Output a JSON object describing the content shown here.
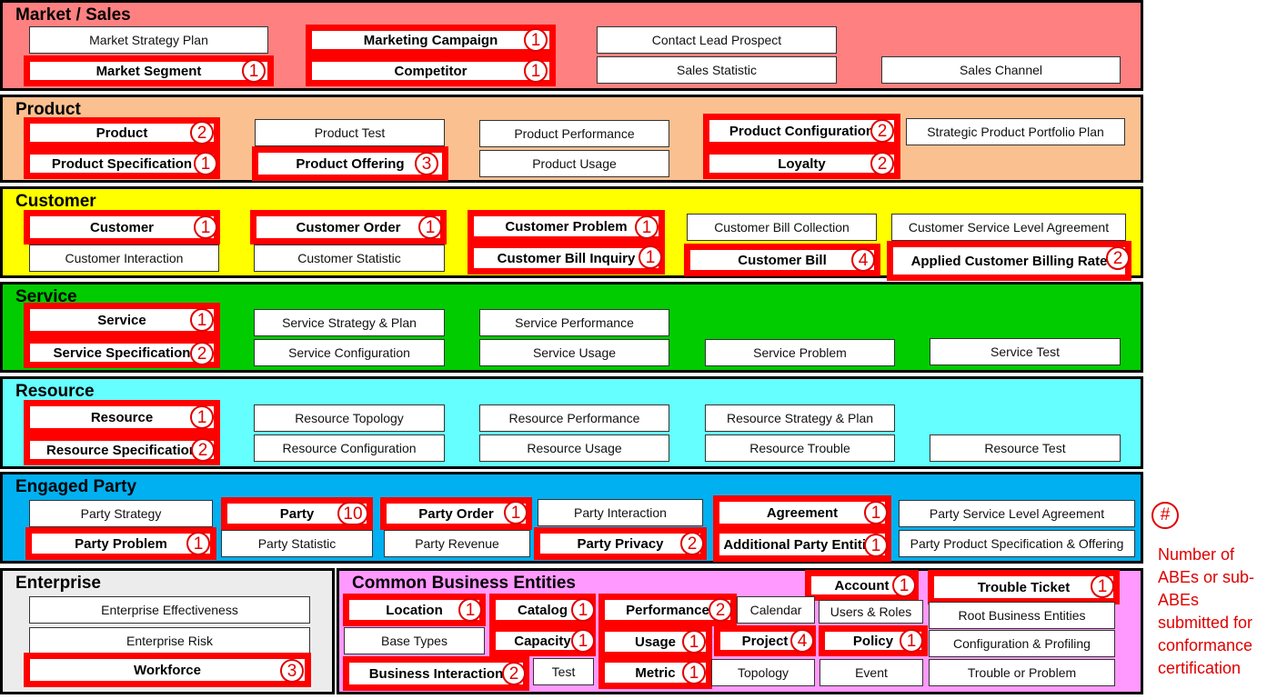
{
  "colors": {
    "market": "#ff8080",
    "product": "#fac090",
    "customer": "#ffff00",
    "service": "#00cc00",
    "resource": "#66ffff",
    "engaged": "#00b0f0",
    "enterprise": "#ececec",
    "cbe": "#ff99ff",
    "highlight": "#ff0000",
    "count": "#e00000"
  },
  "legend": {
    "symbol": "#",
    "text": "Number of ABEs or sub-ABEs submitted for conformance certification"
  },
  "domains": [
    {
      "title": "Market / Sales",
      "abes": [
        {
          "label": "Market Strategy Plan"
        },
        {
          "label": "Marketing Campaign",
          "count": "1"
        },
        {
          "label": "Contact Lead Prospect"
        },
        {
          "label": "Market Segment",
          "count": "1"
        },
        {
          "label": "Competitor",
          "count": "1"
        },
        {
          "label": "Sales Statistic"
        },
        {
          "label": "Sales Channel"
        }
      ]
    },
    {
      "title": "Product",
      "abes": [
        {
          "label": "Product",
          "count": "2"
        },
        {
          "label": "Product Test"
        },
        {
          "label": "Product Performance"
        },
        {
          "label": "Product Configuration",
          "count": "2"
        },
        {
          "label": "Strategic Product Portfolio Plan"
        },
        {
          "label": "Product Specification",
          "count": "1"
        },
        {
          "label": "Product Offering",
          "count": "3"
        },
        {
          "label": "Product Usage"
        },
        {
          "label": "Loyalty",
          "count": "2"
        }
      ]
    },
    {
      "title": "Customer",
      "abes": [
        {
          "label": "Customer",
          "count": "1"
        },
        {
          "label": "Customer Order",
          "count": "1"
        },
        {
          "label": "Customer Problem",
          "count": "1"
        },
        {
          "label": "Customer Bill Collection"
        },
        {
          "label": "Customer Service Level Agreement"
        },
        {
          "label": "Customer Interaction"
        },
        {
          "label": "Customer Statistic"
        },
        {
          "label": "Customer Bill Inquiry",
          "count": "1"
        },
        {
          "label": "Customer Bill",
          "count": "4"
        },
        {
          "label": "Applied Customer Billing Rate",
          "count": "2"
        }
      ]
    },
    {
      "title": "Service",
      "abes": [
        {
          "label": "Service",
          "count": "1"
        },
        {
          "label": "Service Strategy & Plan"
        },
        {
          "label": "Service Performance"
        },
        {
          "label": "Service Specification",
          "count": "2"
        },
        {
          "label": "Service Configuration"
        },
        {
          "label": "Service Usage"
        },
        {
          "label": "Service Problem"
        },
        {
          "label": "Service Test"
        }
      ]
    },
    {
      "title": "Resource",
      "abes": [
        {
          "label": "Resource",
          "count": "1"
        },
        {
          "label": "Resource Topology"
        },
        {
          "label": "Resource Performance"
        },
        {
          "label": "Resource Strategy & Plan"
        },
        {
          "label": "Resource Specification",
          "count": "2"
        },
        {
          "label": "Resource Configuration"
        },
        {
          "label": "Resource Usage"
        },
        {
          "label": "Resource Trouble"
        },
        {
          "label": "Resource Test"
        }
      ]
    },
    {
      "title": "Engaged Party",
      "abes": [
        {
          "label": "Party Strategy"
        },
        {
          "label": "Party",
          "count": "10"
        },
        {
          "label": "Party Order",
          "count": "1"
        },
        {
          "label": "Party Interaction"
        },
        {
          "label": "Agreement",
          "count": "1"
        },
        {
          "label": "Party Service Level Agreement"
        },
        {
          "label": "Party Problem",
          "count": "1"
        },
        {
          "label": "Party Statistic"
        },
        {
          "label": "Party Revenue"
        },
        {
          "label": "Party Privacy",
          "count": "2"
        },
        {
          "label": "Additional Party Entities",
          "count": "1"
        },
        {
          "label": "Party Product Specification & Offering"
        }
      ]
    },
    {
      "title": "Enterprise",
      "abes": [
        {
          "label": "Enterprise Effectiveness"
        },
        {
          "label": "Enterprise Risk"
        },
        {
          "label": "Workforce",
          "count": "3"
        }
      ]
    },
    {
      "title": "Common Business Entities",
      "abes": [
        {
          "label": "Account",
          "count": "1"
        },
        {
          "label": "Trouble Ticket",
          "count": "1"
        },
        {
          "label": "Location",
          "count": "1"
        },
        {
          "label": "Catalog",
          "count": "1"
        },
        {
          "label": "Performance",
          "count": "2"
        },
        {
          "label": "Calendar"
        },
        {
          "label": "Users & Roles"
        },
        {
          "label": "Root Business Entities"
        },
        {
          "label": "Base Types"
        },
        {
          "label": "Capacity",
          "count": "1"
        },
        {
          "label": "Usage",
          "count": "1"
        },
        {
          "label": "Project",
          "count": "4"
        },
        {
          "label": "Policy",
          "count": "1"
        },
        {
          "label": "Configuration & Profiling"
        },
        {
          "label": "Business Interaction",
          "count": "2"
        },
        {
          "label": "Test"
        },
        {
          "label": "Metric",
          "count": "1"
        },
        {
          "label": "Topology"
        },
        {
          "label": "Event"
        },
        {
          "label": "Trouble or Problem"
        }
      ]
    }
  ]
}
